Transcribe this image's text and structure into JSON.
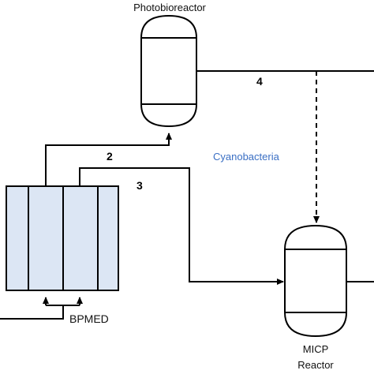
{
  "labels": {
    "photobioreactor": "Photobioreactor",
    "cyanobacteria": "Cyanobacteria",
    "bpmed": "BPMED",
    "micp_line1": "MICP",
    "micp_line2": "Reactor"
  },
  "streams": {
    "s2": "2",
    "s3": "3",
    "s4": "4"
  },
  "colors": {
    "cyanobacteria_text": "#3a6fc4",
    "bpmed_fill": "#dce6f4",
    "line": "#000000"
  }
}
